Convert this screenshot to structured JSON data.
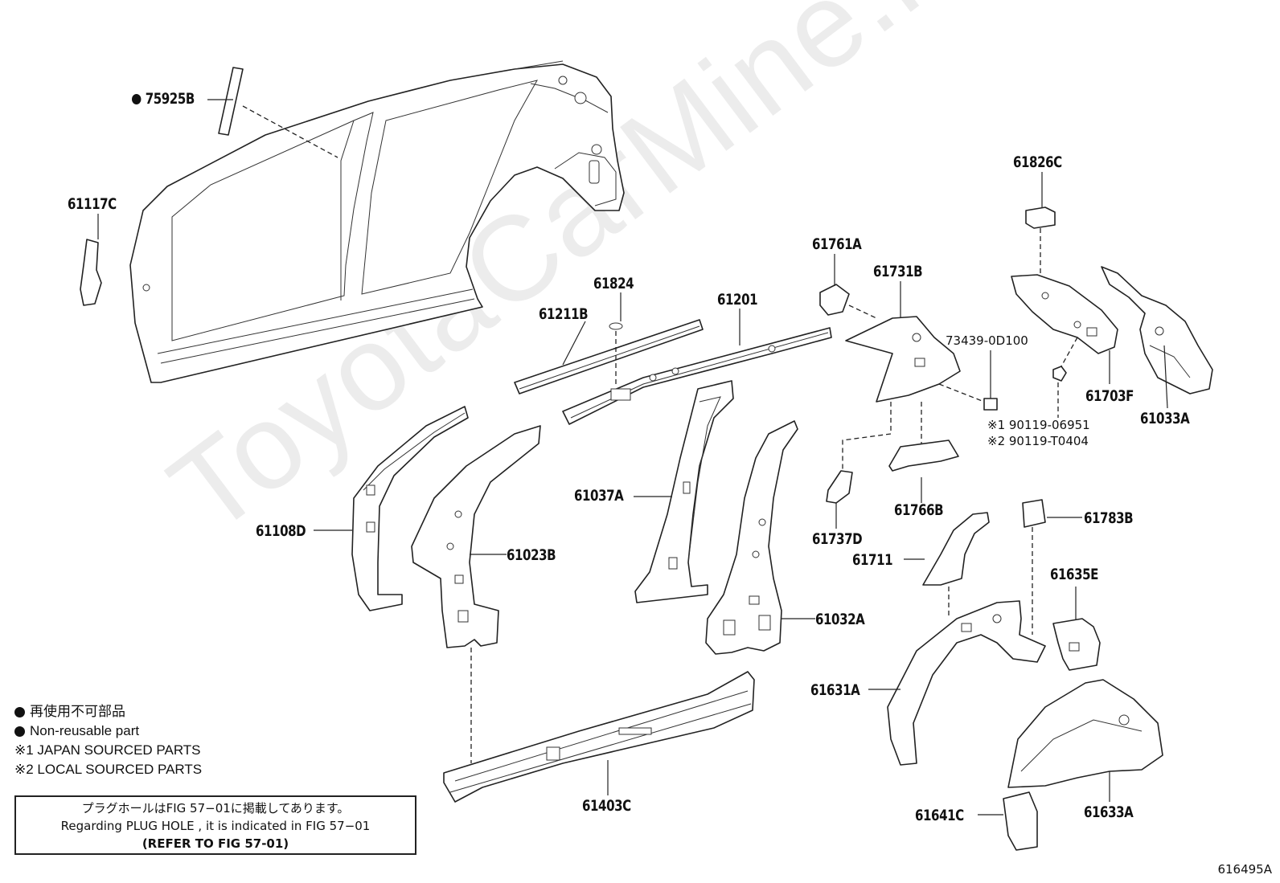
{
  "diagram": {
    "watermark": "ToyotaCarMine.ru",
    "figure_id": "616495A"
  },
  "labels": {
    "p75925B": "75925B",
    "p61117C": "61117C",
    "p61826C": "61826C",
    "p61761A": "61761A",
    "p61731B": "61731B",
    "p61824": "61824",
    "p61211B": "61211B",
    "p61201": "61201",
    "p73439": "73439-0D100",
    "p61703F": "61703F",
    "p61033A": "61033A",
    "p90119_1": "※1 90119-06951",
    "p90119_2": "※2 90119-T0404",
    "p61037A": "61037A",
    "p61108D": "61108D",
    "p61023B": "61023B",
    "p61766B": "61766B",
    "p61737D": "61737D",
    "p61783B": "61783B",
    "p61711": "61711",
    "p61635E": "61635E",
    "p61032A": "61032A",
    "p61631A": "61631A",
    "p61403C": "61403C",
    "p61641C": "61641C",
    "p61633A": "61633A"
  },
  "legend": {
    "jp_nonreusable": "再使用不可部品",
    "en_nonreusable": "Non-reusable part",
    "note1": "※1 JAPAN SOURCED PARTS",
    "note2": "※2 LOCAL SOURCED PARTS"
  },
  "notebox": {
    "line1": "プラグホールはFIG 57−01に掲載してあります。",
    "line2": "Regarding  PLUG  HOLE , it is indicated in FIG  57−01",
    "line3": "(REFER TO FIG 57-01)"
  }
}
